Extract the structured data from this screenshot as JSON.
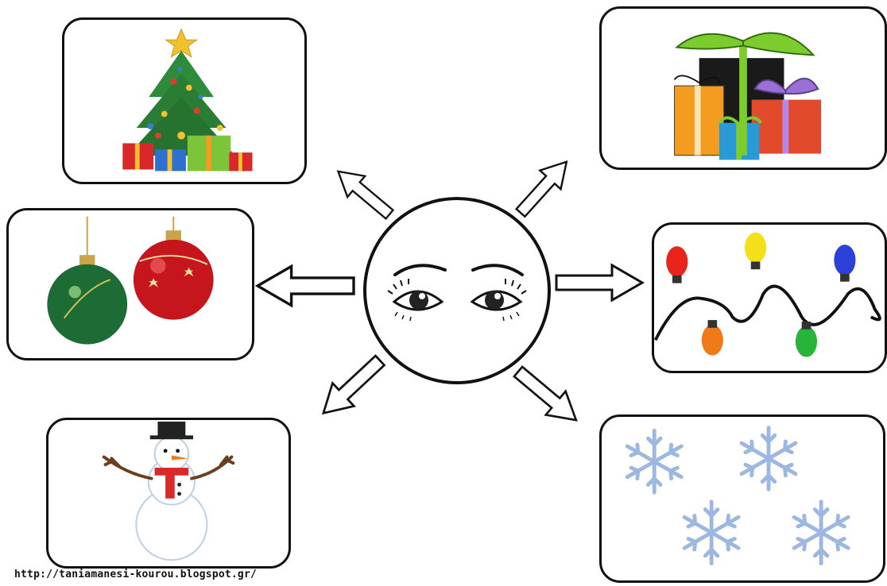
{
  "center": {
    "subject": "eyes-face"
  },
  "cards": [
    {
      "id": "tree",
      "icon": "christmas-tree-icon"
    },
    {
      "id": "gifts",
      "icon": "gift-boxes-icon"
    },
    {
      "id": "ornaments",
      "icon": "christmas-ornaments-icon"
    },
    {
      "id": "lights",
      "icon": "christmas-lights-icon"
    },
    {
      "id": "snowman",
      "icon": "snowman-icon"
    },
    {
      "id": "snowflakes",
      "icon": "snowflakes-icon"
    }
  ],
  "footer": {
    "credit": "http://taniamanesi-kourou.blogspot.gr/"
  },
  "colors": {
    "outline": "#111111",
    "snowflake": "#9db8e0",
    "tree": "#2e8b3a",
    "gift_orange": "#f39c1f",
    "gift_red": "#e24a2c",
    "ribbon_green": "#7ccc2e",
    "ribbon_purple": "#9b6fd6",
    "ornament_red": "#c4161c",
    "ornament_green": "#1d6b35"
  }
}
